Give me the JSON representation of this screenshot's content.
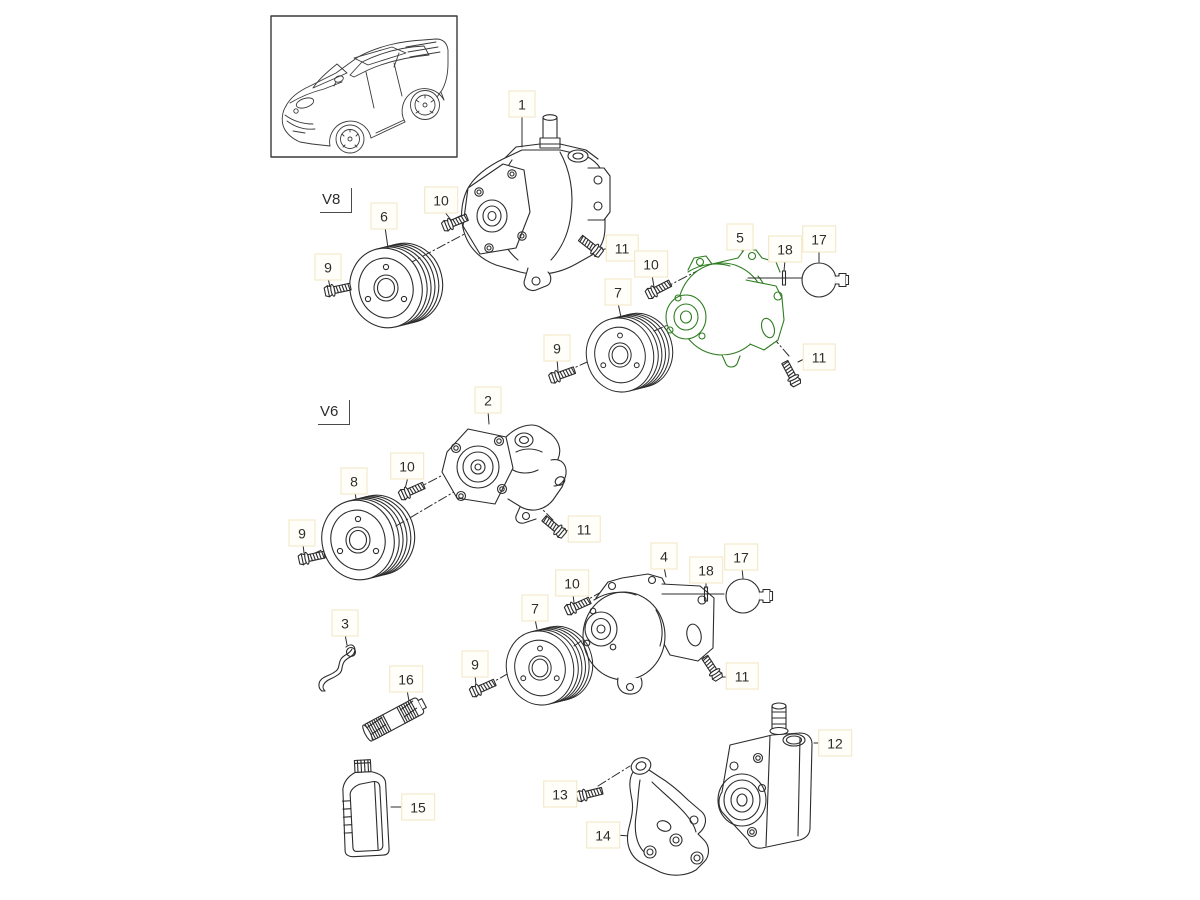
{
  "diagram": {
    "kind": "exploded-parts-diagram",
    "vehicle_thumbnail": "Porsche Cayenne",
    "line_color": "#2c2c2c",
    "highlight_color": "#2e7d20",
    "callout_box_border": "#f1e5c3",
    "callout_box_fill": "#fffef8"
  },
  "variants": [
    {
      "label": "V8"
    },
    {
      "label": "V6"
    }
  ],
  "callouts": [
    {
      "ref": "1"
    },
    {
      "ref": "10"
    },
    {
      "ref": "11"
    },
    {
      "ref": "6"
    },
    {
      "ref": "9"
    },
    {
      "ref": "5"
    },
    {
      "ref": "10"
    },
    {
      "ref": "18"
    },
    {
      "ref": "17"
    },
    {
      "ref": "11"
    },
    {
      "ref": "7"
    },
    {
      "ref": "9"
    },
    {
      "ref": "2"
    },
    {
      "ref": "10"
    },
    {
      "ref": "8"
    },
    {
      "ref": "9"
    },
    {
      "ref": "11"
    },
    {
      "ref": "4"
    },
    {
      "ref": "10"
    },
    {
      "ref": "18"
    },
    {
      "ref": "17"
    },
    {
      "ref": "7"
    },
    {
      "ref": "9"
    },
    {
      "ref": "11"
    },
    {
      "ref": "3"
    },
    {
      "ref": "16"
    },
    {
      "ref": "15"
    },
    {
      "ref": "13"
    },
    {
      "ref": "14"
    },
    {
      "ref": "12"
    }
  ]
}
